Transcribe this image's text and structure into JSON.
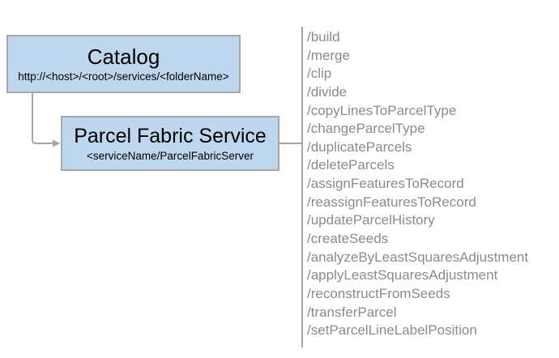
{
  "diagram": {
    "catalog": {
      "title": "Catalog",
      "url": "http://<host>/<root>/services/<folderName>"
    },
    "service": {
      "title": "Parcel Fabric Service",
      "subtitle": "<serviceName/ParcelFabricServer"
    },
    "endpoints": {
      "items": [
        "/build",
        "/merge",
        "/clip",
        "/divide",
        "/copyLinesToParcelType",
        "/changeParcelType",
        "/duplicateParcels",
        "/deleteParcels",
        "/assignFeaturesToRecord",
        "/reassignFeaturesToRecord",
        "/updateParcelHistory",
        "/createSeeds",
        "/analyzeByLeastSquaresAdjustment",
        "/applyLeastSquaresAdjustment",
        "/reconstructFromSeeds",
        "/transferParcel",
        "/setParcelLineLabelPosition"
      ]
    },
    "colors": {
      "box_fill": "#bed7ee",
      "box_border": "#a7a7a7",
      "connector_line": "#a6a6a6",
      "divider_line": "#a3a3a8",
      "endpoint_text": "#8b8b8f",
      "title_text": "#000000",
      "background": "#ffffff"
    }
  }
}
